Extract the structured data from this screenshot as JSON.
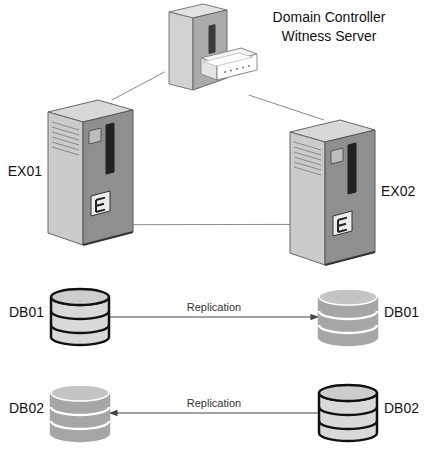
{
  "diagram": {
    "nodes": [
      {
        "text": [
          "Domain Controller Witness Server"
        ]
      },
      {
        "text": [
          "EX01"
        ]
      },
      {
        "text": [
          "EX02"
        ]
      },
      {
        "text": [
          "DB01"
        ]
      },
      {
        "text": [
          "DB01"
        ]
      },
      {
        "text": [
          "DB02"
        ]
      },
      {
        "text": [
          "DB02"
        ]
      }
    ],
    "edges": [
      {
        "from": 0,
        "to": 1,
        "arrow": "none"
      },
      {
        "from": 0,
        "to": 2,
        "arrow": "none"
      },
      {
        "from": 1,
        "to": 2,
        "arrow": "none"
      },
      {
        "from": 3,
        "to": 4,
        "label": "Replication",
        "arrow": "to"
      },
      {
        "from": 6,
        "to": 5,
        "label": "Replication",
        "arrow": "to"
      }
    ]
  }
}
